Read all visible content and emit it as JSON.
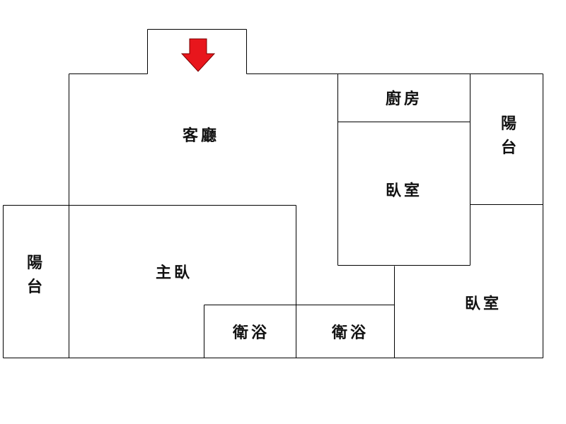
{
  "rooms": {
    "living_room": "客廳",
    "kitchen": "廚房",
    "balcony_right": "陽台",
    "bedroom_upper": "臥室",
    "balcony_left": "陽台",
    "master_bedroom": "主臥",
    "bathroom_1": "衛浴",
    "bathroom_2": "衛浴",
    "bedroom_lower": "臥室"
  },
  "entrance_arrow_color": "#e8161c",
  "wall_color": "#000000"
}
